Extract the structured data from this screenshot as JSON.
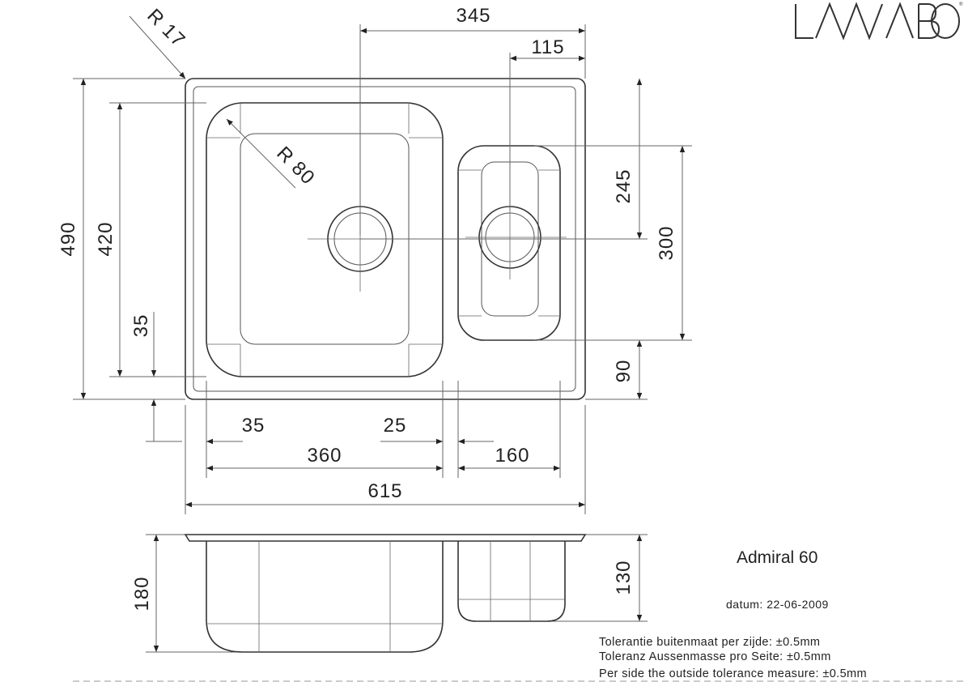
{
  "brand": {
    "logo_text": "LAVABO",
    "registered": "®"
  },
  "product": {
    "name": "Admiral 60",
    "date": "datum: 22-06-2009"
  },
  "tolerances": [
    "Tolerantie buitenmaat per zijde: ±0.5mm",
    "Toleranz Aussenmasse pro Seite: ±0.5mm",
    "Per side the outside tolerance measure: ±0.5mm"
  ],
  "dimensions": {
    "overall_width": "615",
    "overall_depth": "490",
    "large_bowl_depth": "420",
    "large_bowl_width": "360",
    "small_bowl_width": "160",
    "small_bowl_depth": "300",
    "drain_offset_345": "345",
    "drain_offset_115": "115",
    "drain_offset_245": "245",
    "offset_90": "90",
    "offset_35_left": "35",
    "offset_35_bottom": "35",
    "offset_25": "25",
    "corner_radius_outer": "R 17",
    "corner_radius_bowl": "R 80",
    "large_bowl_height": "180",
    "small_bowl_height": "130"
  }
}
